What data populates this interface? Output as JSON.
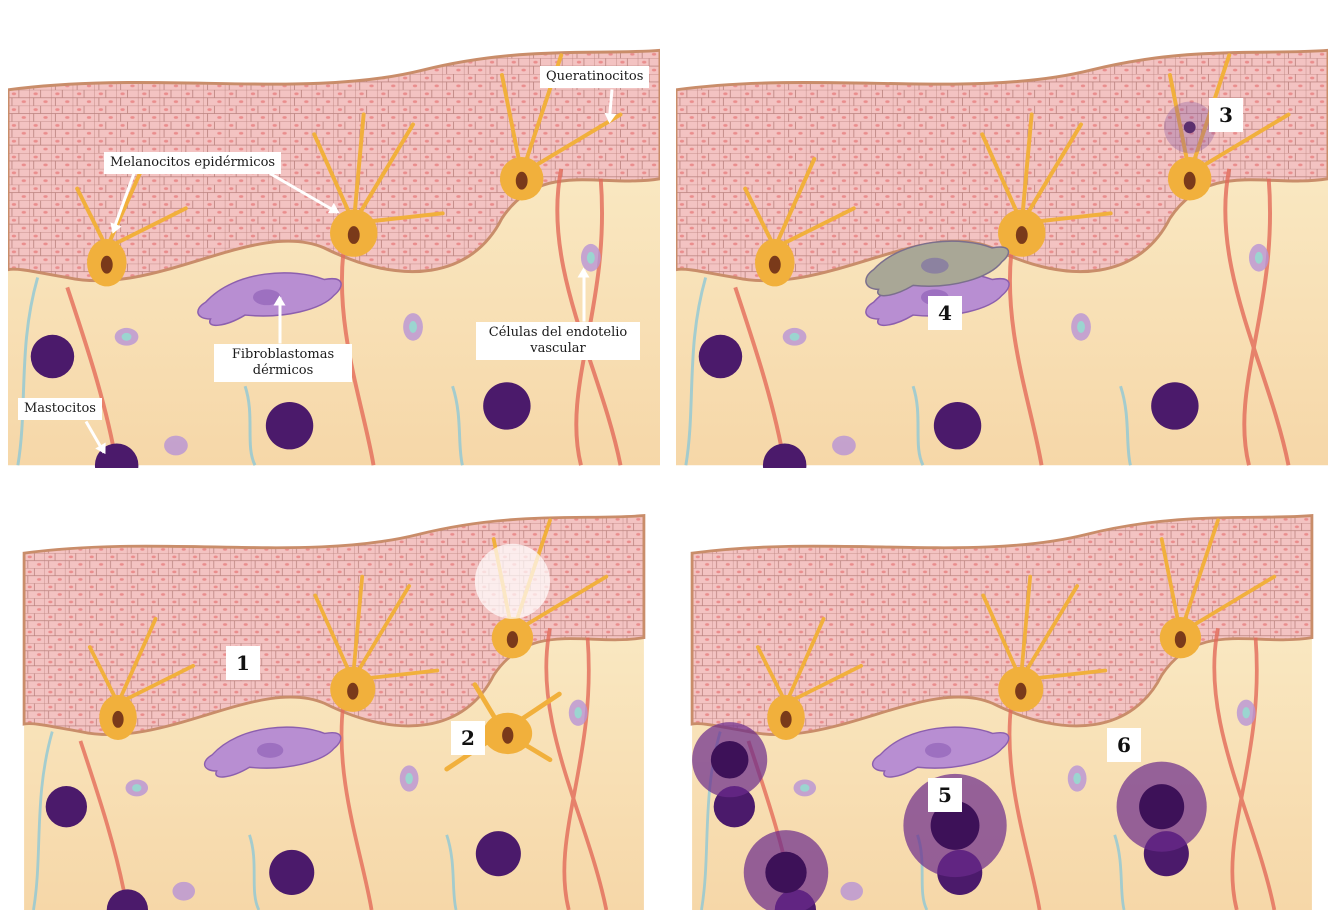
{
  "colors": {
    "epidermis": "#f3c3c2",
    "cell_border": "#b9817d",
    "dermis": "#f8e5b9",
    "melanocyte": "#f1b03c",
    "fibroblast": "#b88ed2",
    "mast_cell": "#4b1a6b",
    "vessel_red": "#e36b5a",
    "vessel_blue": "#8fc8d6",
    "endothelial": "#9bd5d0"
  },
  "labels": {
    "melanocytes": "Melanocitos epidérmicos",
    "keratinocytes": "Queratinocitos",
    "fibroblasts": "Fibroblastomas dérmicos",
    "endothelial": "Células del endotelio vascular",
    "mast_cells": "Mastocitos"
  },
  "markers": {
    "m1": "1",
    "m2": "2",
    "m3": "3",
    "m4": "4",
    "m5": "5",
    "m6": "6"
  }
}
